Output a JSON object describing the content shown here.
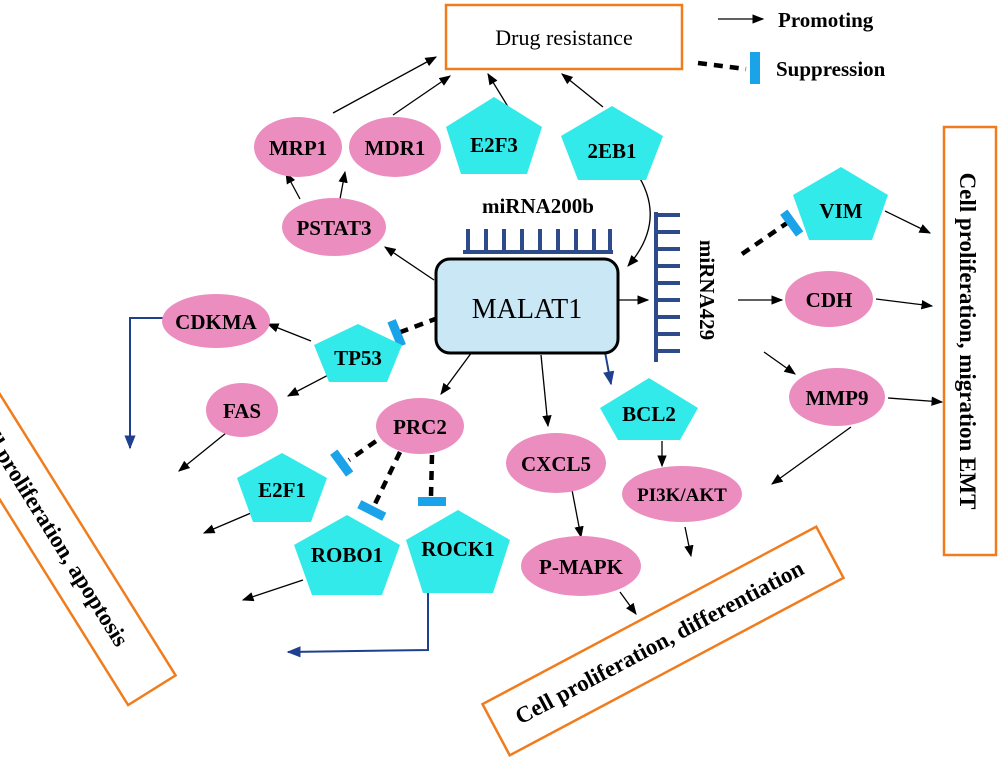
{
  "legend": {
    "promoting": "Promoting",
    "suppression": "Suppression"
  },
  "boxes": {
    "drug_resistance": "Drug resistance",
    "prolif_migration": "Cell proliferation, migration EMT",
    "prolif_apoptosis": "Cell proliferation, apoptosis",
    "prolif_differentiation": "Cell proliferation, differentiation"
  },
  "center": "MALAT1",
  "mirnas": {
    "mir200b": "miRNA200b",
    "mir429": "miRNA429"
  },
  "ovals": {
    "mrp1": "MRP1",
    "mdr1": "MDR1",
    "pstat3": "PSTAT3",
    "cdkma": "CDKMA",
    "fas": "FAS",
    "prc2": "PRC2",
    "cxcl5": "CXCL5",
    "pmapk": "P-MAPK",
    "pi3k": "PI3K/AKT",
    "cdh": "CDH",
    "mmp9": "MMP9"
  },
  "pentagons": {
    "e2f3": "E2F3",
    "zeb1": "2EB1",
    "vim": "VIM",
    "tp53": "TP53",
    "bcl2": "BCL2",
    "e2f1": "E2F1",
    "robo1": "ROBO1",
    "rock1": "ROCK1"
  },
  "colors": {
    "oval_fill": "#ec8dbf",
    "pentagon_fill": "#33eaea",
    "center_fill": "#c9e7f5",
    "box_border": "#f07c1e",
    "suppression_bar": "#1aa3e8",
    "mirna_comb": "#2d4a8a"
  }
}
